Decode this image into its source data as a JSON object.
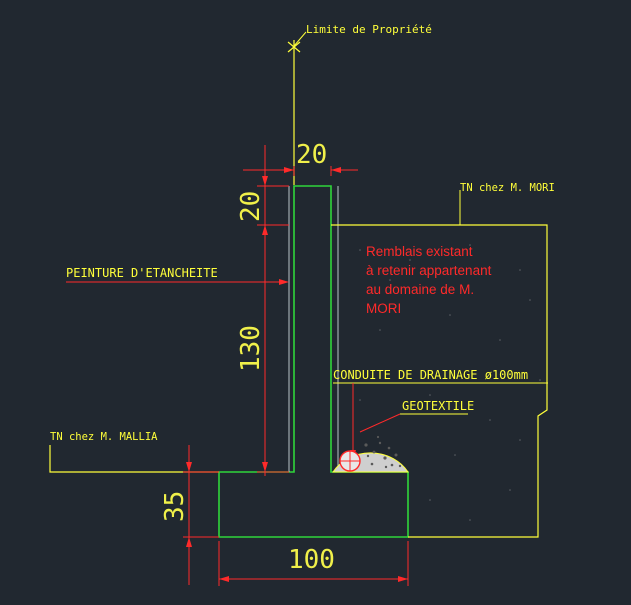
{
  "labels": {
    "property_limit": "Limite de Propriété",
    "tn_mori": "TN chez M. MORI",
    "tn_mallia": "TN chez M. MALLIA",
    "waterproofing_paint": "PEINTURE D'ETANCHEITE",
    "drainage_pipe": "CONDUITE DE DRAINAGE ø100mm",
    "geotextile": "GEOTEXTILE",
    "backfill_note": [
      "Remblais existant",
      "à retenir appartenant",
      "au domaine de M.",
      "MORI"
    ]
  },
  "dimensions": {
    "wall_thickness": "20",
    "top_cap": "20",
    "wall_height": "130",
    "footing_height": "35",
    "footing_width": "100"
  },
  "colors": {
    "background": "#212830",
    "concrete_outline": "#2fd63a",
    "dimension": "#ff2a2a",
    "ground_line": "#ffff3a",
    "dimension_text": "#f0f04a",
    "annotation_red": "#ff2a2a",
    "geotextile_fill": "#d8d8d8"
  }
}
